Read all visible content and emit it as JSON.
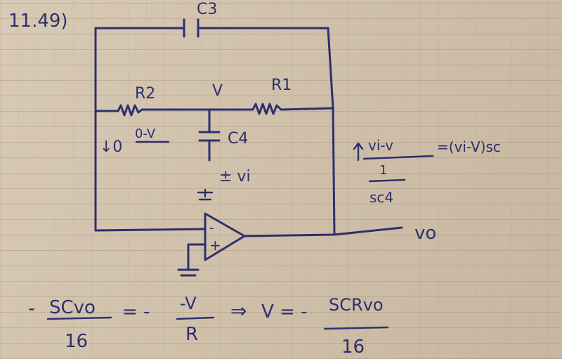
{
  "problem_number": "11.49)",
  "labels": {
    "c3": "C3",
    "r2": "R2",
    "v_node": "V",
    "r1": "R1",
    "c4": "C4",
    "i0": "↓0",
    "i0_expr": "0-V",
    "vi_source": "± vi",
    "opamp_minus": "-",
    "opamp_plus": "+",
    "vo": "vo"
  },
  "annotations": {
    "right_num": "vi-v",
    "right_eq": "=(vi-V)sc",
    "right_den_top": "1",
    "right_den_bot": "sc4"
  },
  "equation": {
    "lhs_sign": "-",
    "lhs_num": "SCvo",
    "lhs_den": "16",
    "mid": "= -",
    "mid_num": "-V",
    "mid_den": "R",
    "arrow": "⇒",
    "rhs_pre": "V = -",
    "rhs_num": "SCRvo",
    "rhs_den": "16"
  }
}
